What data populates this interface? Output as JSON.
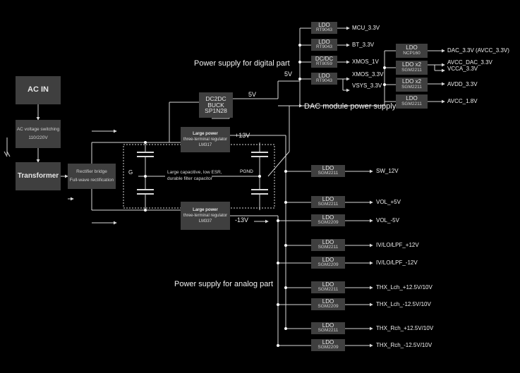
{
  "headers": {
    "digital": "Power supply for digital part",
    "analog": "Power supply for analog part",
    "dac_module": "DAC module power supply"
  },
  "input_chain": {
    "ac_in": "AC IN",
    "switch_line1": "AC voltage switching",
    "switch_line2": "110/220V",
    "transformer": "Transformer",
    "rectifier_line1": "Rectifier bridge",
    "rectifier_line2": "Full-wave rectification"
  },
  "dcdc": {
    "line1": "DC2DC",
    "line2": "BUCK",
    "line3": "SP1N28"
  },
  "voltages": {
    "v5_main": "5V",
    "v5_digital": "5V",
    "plus13": "+13V",
    "minus13": "-13V"
  },
  "regulators": {
    "pos": {
      "line1": "Large power",
      "line2": "three-terminal regulator",
      "line3": "LM317"
    },
    "neg": {
      "line1": "Large power",
      "line2": "three-terminal regulator",
      "line3": "LM337"
    }
  },
  "filter": {
    "g": "G",
    "pgnd": "PGND",
    "line1": "Large capacitive, low ESR,",
    "line2": "durable filter capacitor"
  },
  "digital_ldos": [
    {
      "t1": "LDO",
      "t2": "RT9043",
      "out": "MCU_3.3V"
    },
    {
      "t1": "LDO",
      "t2": "RT9043",
      "out": "BT_3.3V"
    },
    {
      "t1": "DC/DC",
      "t2": "RT8059",
      "out": "XMOS_1V"
    },
    {
      "t1": "LDO",
      "t2": "RT9043",
      "out": "XMOS_3.3V",
      "out2": "VSYS_3.3V"
    }
  ],
  "dac_ldos": [
    {
      "t1": "LDO",
      "t2": "NCP160",
      "out": "DAC_3.3V (AVCC_3.3V)"
    },
    {
      "t1": "LDO x2",
      "t2": "SGM2211",
      "out": "AVCC_DAC_3.3V",
      "out2": "VCCA_3.3V"
    },
    {
      "t1": "LDO x2",
      "t2": "SGM2211",
      "out": "AVDD_3.3V"
    },
    {
      "t1": "LDO",
      "t2": "SGM2211",
      "out": "AVCC_1.8V"
    }
  ],
  "analog_ldos": [
    {
      "t1": "LDO",
      "t2": "SGM2211",
      "out": "SW_12V"
    },
    {
      "t1": "LDO",
      "t2": "SGM2211",
      "out": "VOL_+5V"
    },
    {
      "t1": "LDO",
      "t2": "SGM2209",
      "out": "VOL_-5V"
    },
    {
      "t1": "LDO",
      "t2": "SGM2211",
      "out": "IV/LO/LPF_+12V"
    },
    {
      "t1": "LDO",
      "t2": "SGM2209",
      "out": "IV/LO/LPF_-12V"
    },
    {
      "t1": "LDO",
      "t2": "SGM2211",
      "out": "THX_Lch_+12.5V/10V"
    },
    {
      "t1": "LDO",
      "t2": "SGM2209",
      "out": "THX_Lch_-12.5V/10V"
    },
    {
      "t1": "LDO",
      "t2": "SGM2211",
      "out": "THX_Rch_+12.5V/10V"
    },
    {
      "t1": "LDO",
      "t2": "SGM2209",
      "out": "THX_Rch_-12.5V/10V"
    }
  ],
  "colors": {
    "background": "#000000",
    "box": "#3f3f3f",
    "wire": "#d9d9d9",
    "text": "#f0f0f0"
  }
}
